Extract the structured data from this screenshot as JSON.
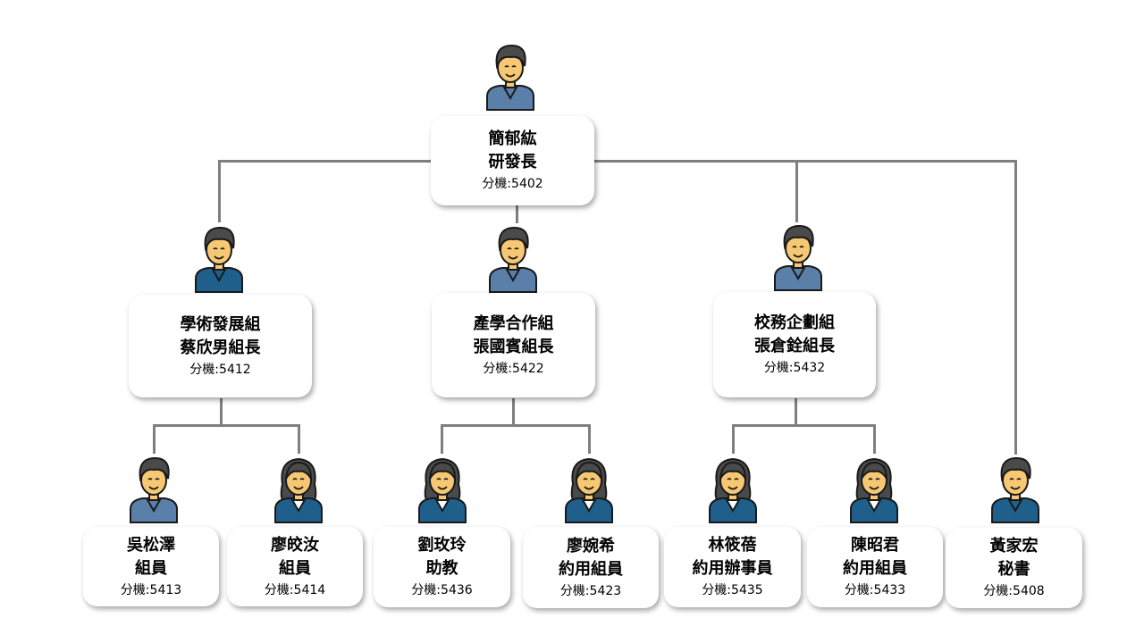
{
  "extension_label": "分機:",
  "colors": {
    "line": "#7f7f7f",
    "skin": "#f7c873",
    "hair": "#4a4a4a",
    "shirt_blue": "#1f5f8b",
    "shirt_grey": "#5a7fa8",
    "outline": "#1a1a1a"
  },
  "head": {
    "name": "簡郁紘",
    "role": "研發長",
    "ext": "5402"
  },
  "groups": [
    {
      "name": "學術發展組",
      "role": "蔡欣男組長",
      "ext": "5412"
    },
    {
      "name": "產學合作組",
      "role": "張國賓組長",
      "ext": "5422"
    },
    {
      "name": "校務企劃組",
      "role": "張倉銓組長",
      "ext": "5432"
    }
  ],
  "staff": [
    {
      "name": "吳松澤",
      "role": "組員",
      "ext": "5413"
    },
    {
      "name": "廖皎汝",
      "role": "組員",
      "ext": "5414"
    },
    {
      "name": "劉玫玲",
      "role": "助教",
      "ext": "5436"
    },
    {
      "name": "廖婉希",
      "role": "約用組員",
      "ext": "5423"
    },
    {
      "name": "林筱蓓",
      "role": "約用辦事員",
      "ext": "5435"
    },
    {
      "name": "陳昭君",
      "role": "約用組員",
      "ext": "5433"
    },
    {
      "name": "黃家宏",
      "role": "秘書",
      "ext": "5408"
    }
  ]
}
